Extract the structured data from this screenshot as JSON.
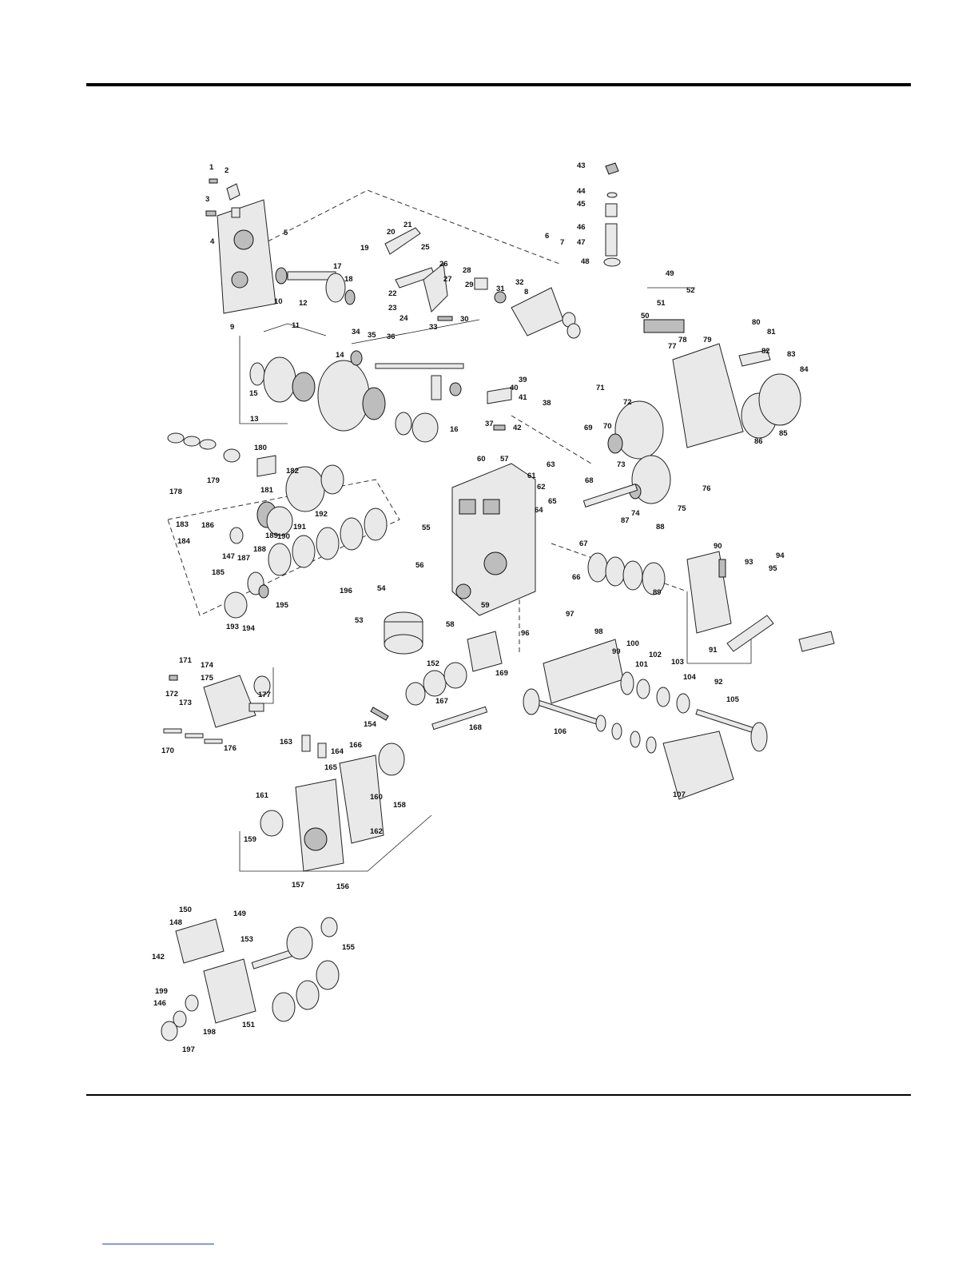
{
  "page": {
    "accent_color": "#000000",
    "link_color": "#2a3fbf"
  },
  "diagram": {
    "type": "exploded-parts-view",
    "callouts": [
      "1",
      "2",
      "3",
      "4",
      "5",
      "9",
      "10",
      "11",
      "12",
      "13",
      "14",
      "15",
      "16",
      "17",
      "18",
      "19",
      "20",
      "21",
      "22",
      "23",
      "24",
      "25",
      "26",
      "27",
      "28",
      "29",
      "30",
      "31",
      "32",
      "33",
      "34",
      "35",
      "36",
      "37",
      "38",
      "39",
      "40",
      "41",
      "42",
      "43",
      "44",
      "45",
      "46",
      "47",
      "48",
      "49",
      "50",
      "51",
      "52",
      "53",
      "54",
      "55",
      "56",
      "57",
      "58",
      "59",
      "60",
      "61",
      "62",
      "63",
      "64",
      "65",
      "66",
      "67",
      "68",
      "69",
      "70",
      "71",
      "72",
      "73",
      "74",
      "75",
      "76",
      "77",
      "78",
      "79",
      "80",
      "81",
      "82",
      "83",
      "84",
      "85",
      "86",
      "87",
      "88",
      "89",
      "90",
      "91",
      "92",
      "93",
      "94",
      "95",
      "96",
      "97",
      "98",
      "99",
      "100",
      "101",
      "102",
      "103",
      "104",
      "105",
      "106",
      "107",
      "142",
      "146",
      "147",
      "148",
      "149",
      "150",
      "151",
      "152",
      "153",
      "154",
      "155",
      "156",
      "157",
      "158",
      "159",
      "160",
      "161",
      "162",
      "163",
      "164",
      "165",
      "166",
      "167",
      "168",
      "169",
      "170",
      "171",
      "172",
      "173",
      "174",
      "175",
      "176",
      "177",
      "178",
      "179",
      "180",
      "181",
      "182",
      "183",
      "184",
      "185",
      "186",
      "187",
      "188",
      "189",
      "190",
      "191",
      "192",
      "193",
      "194",
      "195",
      "196",
      "197",
      "198",
      "199",
      "6",
      "7",
      "8"
    ]
  }
}
